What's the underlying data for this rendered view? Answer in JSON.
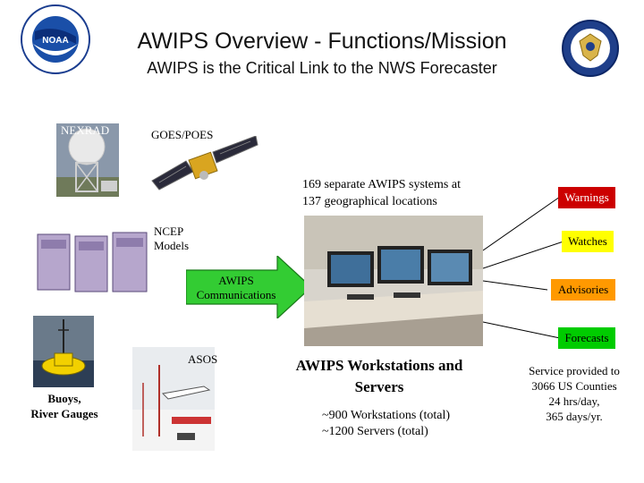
{
  "slide": {
    "title": "AWIPS Overview - Functions/Mission",
    "subtitle": "AWIPS is the Critical Link to the NWS Forecaster"
  },
  "logos": {
    "left": {
      "icon": "noaa-seal-icon",
      "text": "NOAA"
    },
    "right": {
      "icon": "department-of-commerce-seal-icon"
    }
  },
  "sources": {
    "nexrad": "NEXRAD",
    "goes_poes": "GOES/POES",
    "ncep_models": "NCEP\nModels",
    "awips_comms": "AWIPS\nCommunications",
    "asos": "ASOS",
    "buoys": "Buoys,\nRiver Gauges"
  },
  "info": {
    "systems": "169 separate AWIPS systems at\n137 geographical locations",
    "workstations_title": "AWIPS Workstations and\nServers",
    "workstations_counts": "~900 Workstations (total)\n~1200 Servers (total)",
    "service": "Service provided to\n3066 US Counties\n24 hrs/day,\n365 days/yr."
  },
  "products": [
    {
      "label": "Warnings",
      "color": "#cc0000",
      "text_color": "#ffffff"
    },
    {
      "label": "Watches",
      "color": "#ffff00",
      "text_color": "#000000"
    },
    {
      "label": "Advisories",
      "color": "#ff9900",
      "text_color": "#000000"
    },
    {
      "label": "Forecasts",
      "color": "#00cc00",
      "text_color": "#000000"
    }
  ],
  "colors": {
    "comm_arrow": "#33cc33",
    "product_lines": "#000000"
  }
}
